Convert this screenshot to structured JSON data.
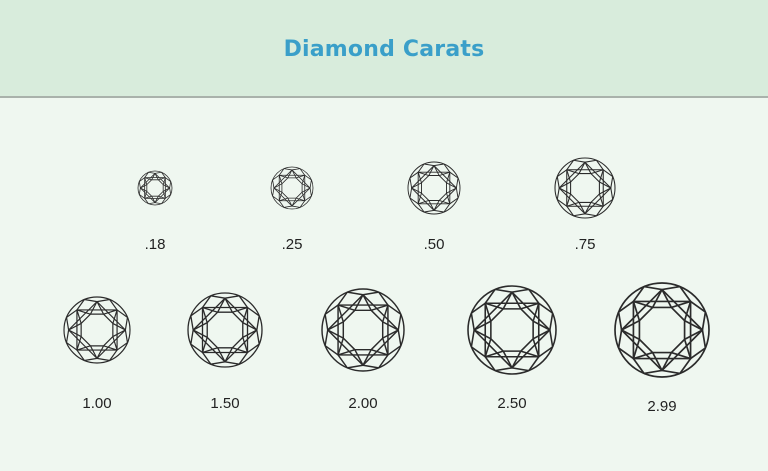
{
  "title": "Diamond Carats",
  "colors": {
    "header_bg": "#d8ecdc",
    "title": "#3a9fc9",
    "background": "#eff7f0",
    "stroke": "#2b2b2b"
  },
  "diamonds": [
    {
      "carat": ".18"
    },
    {
      "carat": ".25"
    },
    {
      "carat": ".50"
    },
    {
      "carat": ".75"
    },
    {
      "carat": "1.00"
    },
    {
      "carat": "1.50"
    },
    {
      "carat": "2.00"
    },
    {
      "carat": "2.50"
    },
    {
      "carat": "2.99"
    }
  ]
}
